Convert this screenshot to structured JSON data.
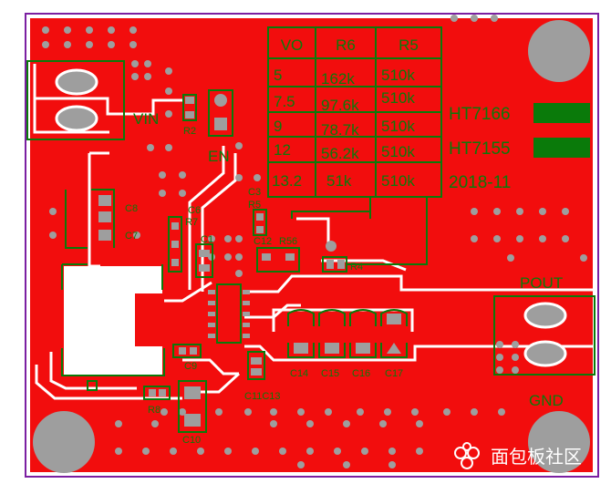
{
  "colors": {
    "copper": "#f20d0d",
    "silkscreen": "#0a7a0a",
    "board_outline": "#7b1fa2",
    "pad": "#9e9e9e",
    "clearance": "#ffffff"
  },
  "board": {
    "vin_label": "VIN",
    "en_label": "EN",
    "pout_label": "POUT",
    "gnd_label": "GND",
    "chip_labels": [
      "HT7166",
      "HT7155"
    ],
    "date_code": "2018-11"
  },
  "table": {
    "headers": [
      "VO",
      "R6",
      "R5"
    ],
    "rows": [
      [
        "5",
        "162k",
        "510k"
      ],
      [
        "7.5",
        "97.6k",
        "510k"
      ],
      [
        "9",
        "78.7k",
        "510k"
      ],
      [
        "12",
        "56.2k",
        "510k"
      ],
      [
        "13.2",
        "51k",
        "510k"
      ]
    ]
  },
  "designators": {
    "r2": "R2",
    "c8": "C8",
    "c7": "C7",
    "r7": "R7",
    "c6": "C6",
    "c1": "C1",
    "c3": "C3",
    "r5": "R5",
    "c12": "C12",
    "r56": "R56",
    "r4": "R4",
    "c14": "C14",
    "c15": "C15",
    "c16": "C16",
    "c17": "C17",
    "c9": "C9",
    "r8": "R8",
    "c11c13": "C11C13",
    "c10": "C10"
  },
  "watermark": {
    "text": "面包板社区"
  }
}
